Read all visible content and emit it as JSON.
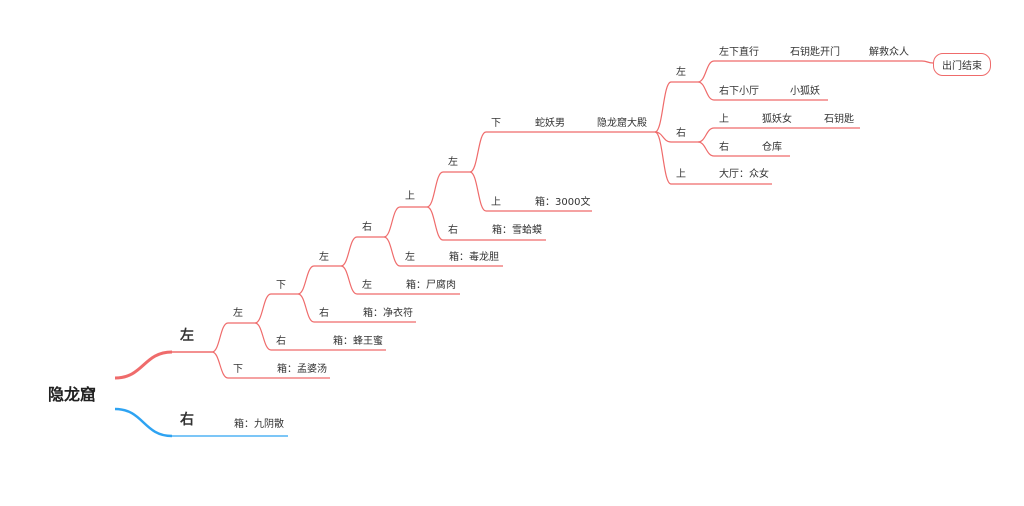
{
  "colors": {
    "red": "#ef6b6b",
    "blue": "#2ea3f2"
  },
  "root": "隐龙窟",
  "branches": {
    "left": "左",
    "right": "右"
  },
  "labels": {
    "r_box": "箱：九阴散",
    "l_left": "左",
    "l_down": "下",
    "l_down_box": "箱：孟婆汤",
    "ll_down": "下",
    "ll_right": "右",
    "ll_right_box": "箱：蜂王蜜",
    "lld_left": "左",
    "lld_right": "右",
    "lld_right_box": "箱：净衣符",
    "lldl_right": "右",
    "lldl_left": "左",
    "lldl_left_box": "箱：尸腐肉",
    "lldlr_up": "上",
    "lldlr_left": "左",
    "lldlr_left_box": "箱：毒龙胆",
    "lldlru_left": "左",
    "lldlru_right": "右",
    "lldlru_right_box": "箱：雪蛤蟆",
    "lldlrul_down": "下",
    "lldlrul_snake": "蛇妖男",
    "lldlrul_hall": "隐龙窟大殿",
    "lldlrul_up": "上",
    "lldlrul_up_box": "箱：3000文",
    "hall_left": "左",
    "hall_right": "右",
    "hall_up": "上",
    "hall_up_text": "大厅：众女",
    "hl_a1": "左下直行",
    "hl_a2": "石钥匙开门",
    "hl_a3": "解救众人",
    "hl_end": "出门结束",
    "hl_b1": "右下小厅",
    "hl_b2": "小狐妖",
    "hr_up": "上",
    "hr_up_a": "狐妖女",
    "hr_up_b": "石钥匙",
    "hr_right": "右",
    "hr_right_a": "仓库"
  }
}
